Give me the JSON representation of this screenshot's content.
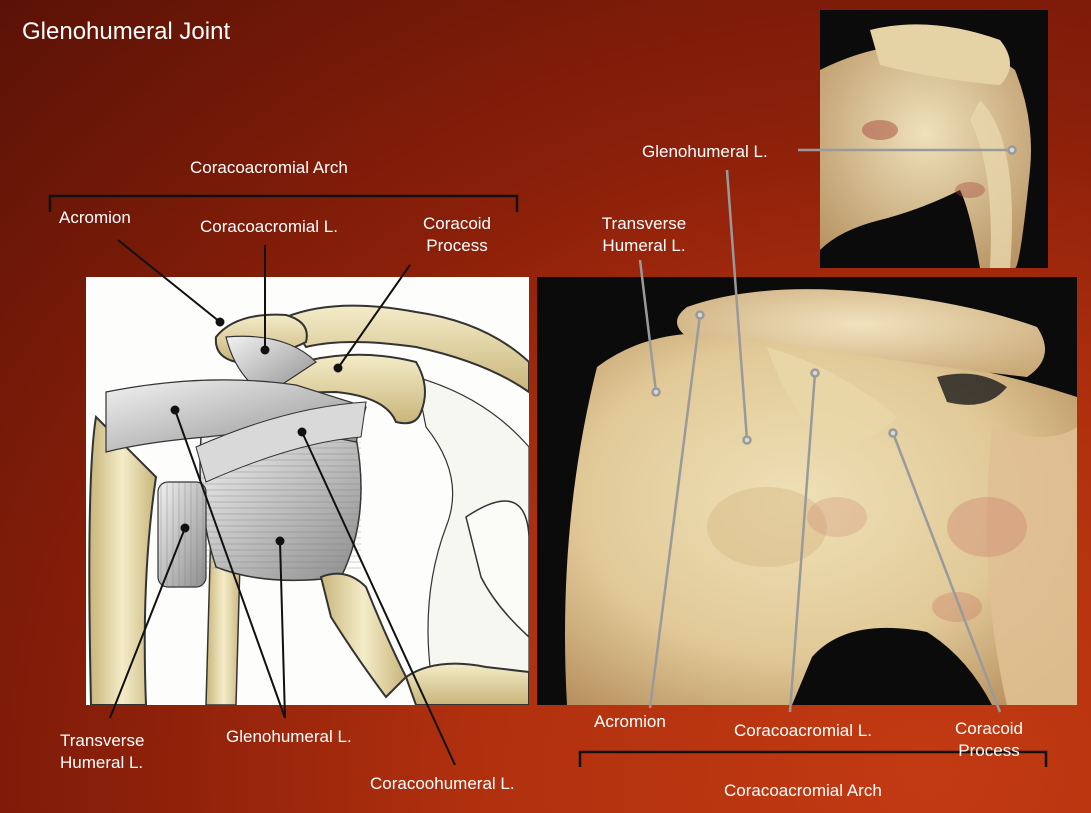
{
  "slide": {
    "title": "Glenohumeral Joint"
  },
  "illustration": {
    "arch_label": "Coracoacromial Arch",
    "labels": {
      "acromion": "Acromion",
      "coracoacromial": "Coracoacromial L.",
      "coracoid": [
        "Coracoid",
        "Process"
      ],
      "transverse": [
        "Transverse",
        "Humeral L."
      ],
      "glenohumeral": "Glenohumeral L.",
      "coracohumeral": "Coracoohumeral L."
    }
  },
  "photo": {
    "arch_label": "Coracoacromial Arch",
    "labels": {
      "glenohumeral": "Glenohumeral L.",
      "transverse": [
        "Transverse",
        "Humeral L."
      ],
      "acromion": "Acromion",
      "coracoacromial": "Coracoacromial L.",
      "coracoid": [
        "Coracoid",
        "Process"
      ]
    }
  },
  "colors": {
    "background": "#b0300e",
    "bone": "#e8dcae",
    "ligament": "#bdbdbd",
    "leader_line_illustration": "#000000",
    "leader_line_photo": "#9a9a9a"
  }
}
